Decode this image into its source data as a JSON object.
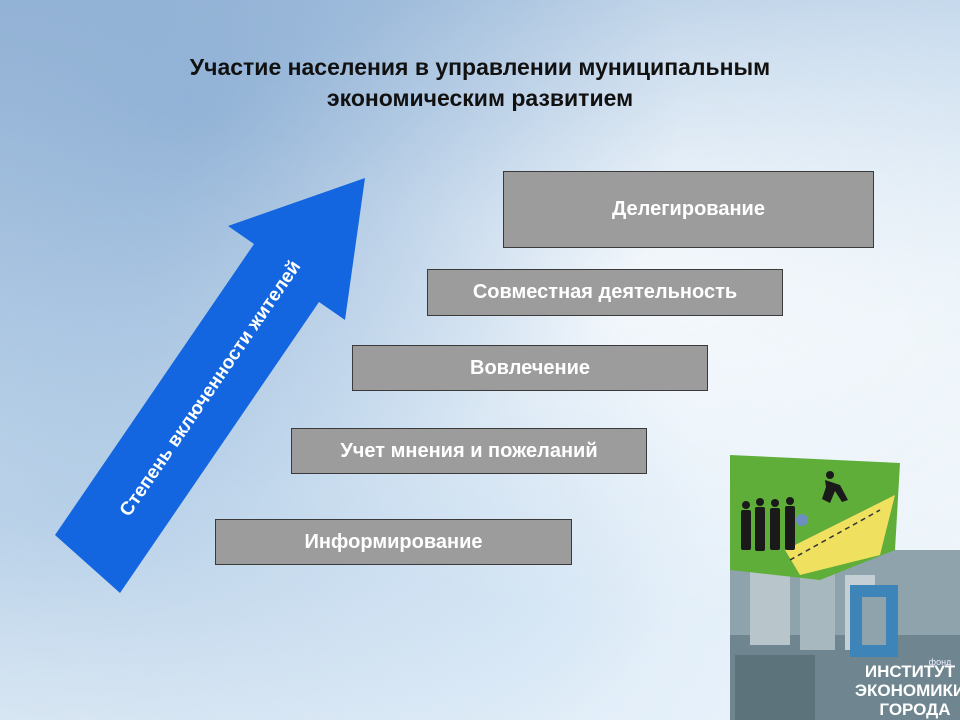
{
  "title": {
    "line1": "Участие населения в управлении  муниципальным",
    "line2": "экономическим развитием"
  },
  "arrow": {
    "label": "Степень включенности жителей",
    "fill_color": "#1466e0",
    "text_color": "#ffffff"
  },
  "steps": [
    {
      "label": "Информирование"
    },
    {
      "label": "Учет мнения и  пожеланий"
    },
    {
      "label": "Вовлечение"
    },
    {
      "label": "Совместная деятельность"
    },
    {
      "label": "Делегирование"
    }
  ],
  "corner_image": {
    "logo_lines": [
      "ИНСТИТУТ",
      "ЭКОНОМИКИ",
      "ГОРОДА"
    ],
    "logo_prefix": "фонд"
  }
}
